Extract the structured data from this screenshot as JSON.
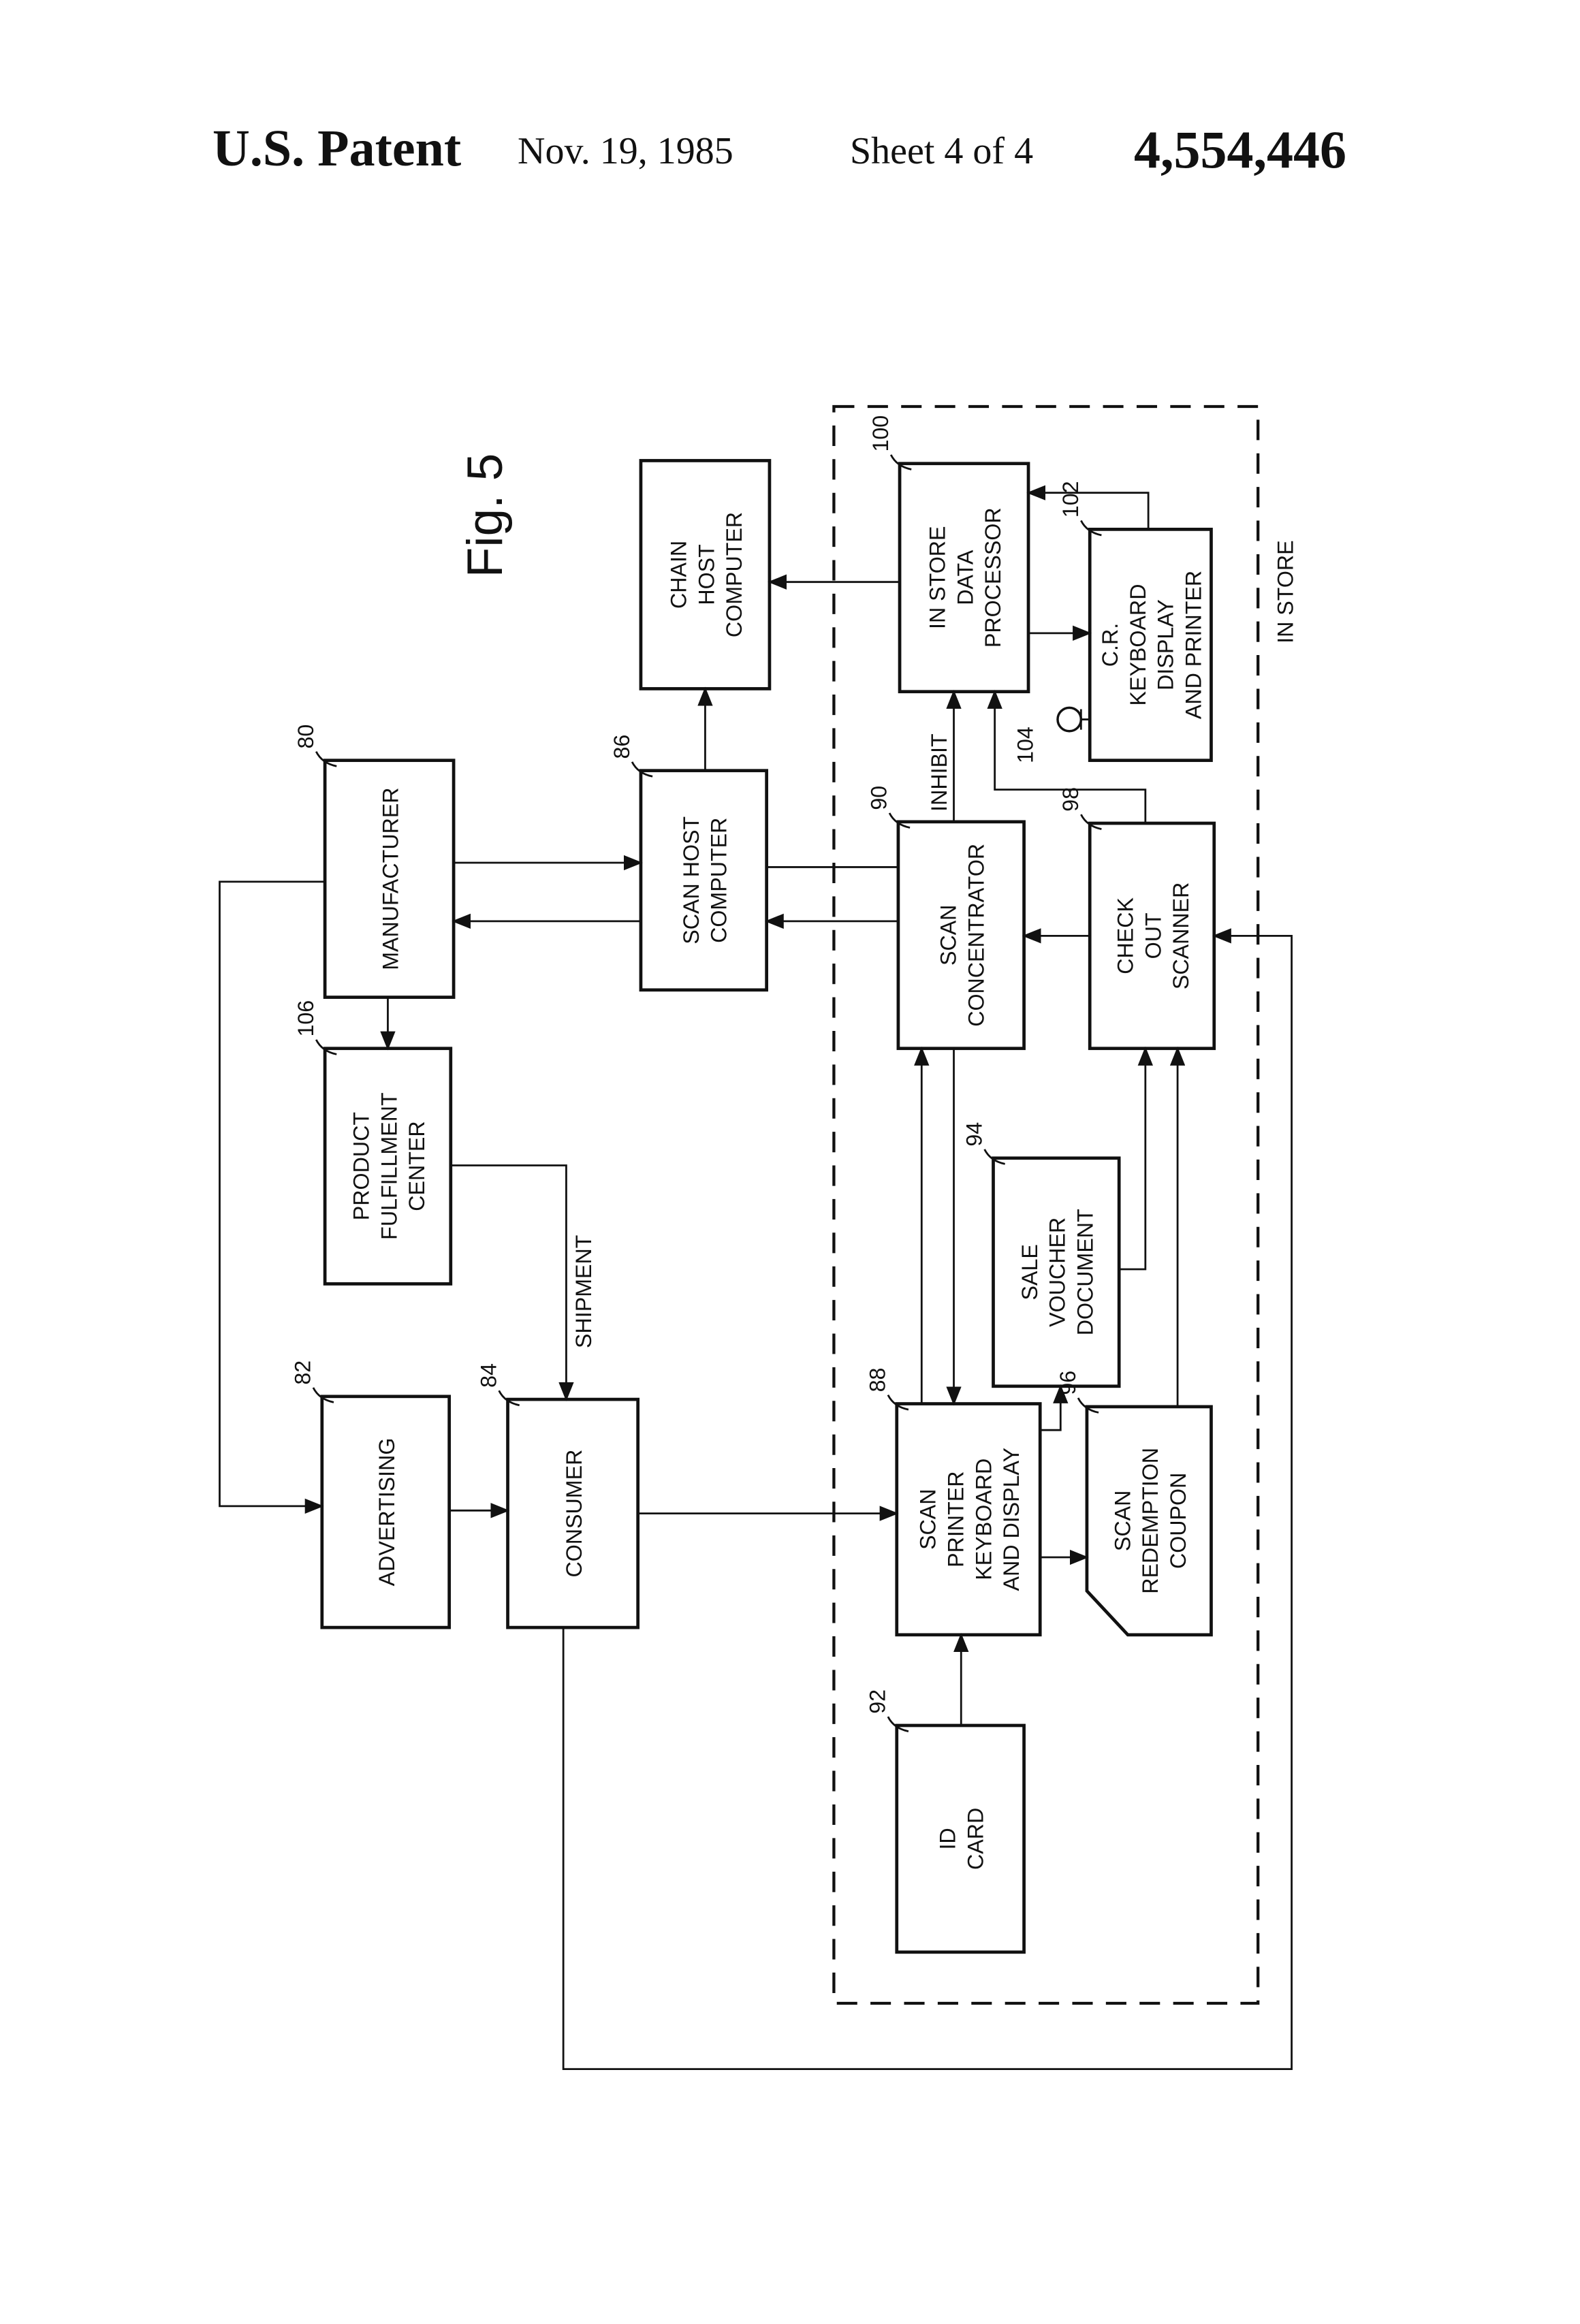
{
  "header": {
    "patent": "U.S. Patent",
    "date": "Nov. 19, 1985",
    "sheet": "Sheet 4 of 4",
    "number": "4,554,446"
  },
  "figure": {
    "title": "Fig. 5",
    "in_store": "IN STORE",
    "shipment": "SHIPMENT",
    "inhibit": "INHIBIT",
    "ref_104": "104"
  },
  "blocks": [
    {
      "ref": "80",
      "lines": [
        "MANUFACTURER"
      ]
    },
    {
      "ref": "106",
      "lines": [
        "PRODUCT",
        "FULFILLMENT",
        "CENTER"
      ]
    },
    {
      "ref": "82",
      "lines": [
        "ADVERTISING"
      ]
    },
    {
      "ref": "84",
      "lines": [
        "CONSUMER"
      ]
    },
    {
      "ref": "86",
      "lines": [
        "SCAN HOST",
        "COMPUTER"
      ]
    },
    {
      "ref": "",
      "lines": [
        "CHAIN",
        "HOST",
        "COMPUTER"
      ]
    },
    {
      "ref": "100",
      "lines": [
        "IN STORE",
        "DATA",
        "PROCESSOR"
      ]
    },
    {
      "ref": "102",
      "lines": [
        "C.R.",
        "KEYBOARD",
        "DISPLAY",
        "AND PRINTER"
      ]
    },
    {
      "ref": "90",
      "lines": [
        "SCAN",
        "CONCENTRATOR"
      ]
    },
    {
      "ref": "98",
      "lines": [
        "CHECK",
        "OUT",
        "SCANNER"
      ]
    },
    {
      "ref": "94",
      "lines": [
        "SALE",
        "VOUCHER",
        "DOCUMENT"
      ]
    },
    {
      "ref": "88",
      "lines": [
        "SCAN",
        "PRINTER",
        "KEYBOARD",
        "AND DISPLAY"
      ]
    },
    {
      "ref": "96",
      "lines": [
        "SCAN",
        "REDEMPTION",
        "COUPON"
      ]
    },
    {
      "ref": "92",
      "lines": [
        "ID",
        "CARD"
      ]
    }
  ]
}
